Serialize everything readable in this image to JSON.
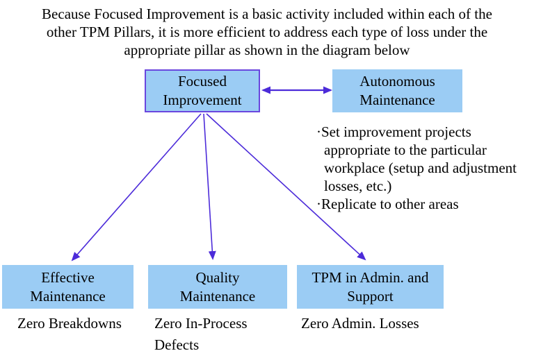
{
  "colors": {
    "box-fill": "#9BCCF4",
    "box-border": "#6A46DE",
    "arrow-color": "#4C2BD9",
    "text-color": "#000000",
    "page-bg": "#FFFFFF"
  },
  "title": {
    "lines": [
      "Because Focused Improvement is a basic activity included within each of the",
      "other TPM Pillars, it is more efficient to address each type of loss under the",
      "appropriate pillar as shown in the diagram below"
    ]
  },
  "diagram": {
    "focused_improvement": {
      "label": "Focused Improvement"
    },
    "autonomous_maintenance": {
      "label": "Autonomous Maintenance"
    },
    "notes": {
      "lines": [
        "·Set improvement projects",
        "appropriate to the particular",
        "workplace (setup and adjustment",
        "losses, etc.)",
        "·Replicate to other areas"
      ]
    },
    "pillars": [
      {
        "label": "Effective Maintenance",
        "goal": "Zero Breakdowns"
      },
      {
        "label": "Quality Maintenance",
        "goal": "Zero In-Process Defects"
      },
      {
        "label": "TPM in Admin. and Support",
        "goal": "Zero Admin. Losses"
      }
    ]
  }
}
